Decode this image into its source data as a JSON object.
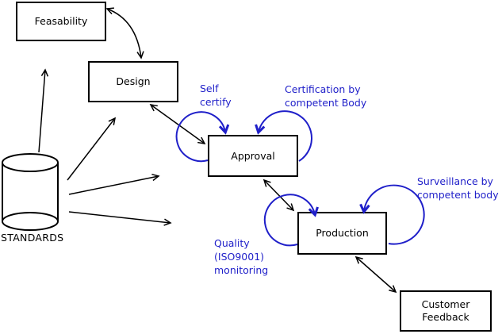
{
  "colors": {
    "annotation_blue": "#1f1fc9",
    "line_black": "#000000"
  },
  "nodes": {
    "feasability": {
      "label": "Feasability"
    },
    "design": {
      "label": "Design"
    },
    "approval": {
      "label": "Approval"
    },
    "production": {
      "label": "Production"
    },
    "customer_feedback": {
      "line1": "Customer",
      "line2": "Feedback"
    }
  },
  "datastore": {
    "label": "STANDARDS"
  },
  "annotations": {
    "self_certify": {
      "line1": "Self",
      "line2": "certify"
    },
    "certification": {
      "line1": "Certification by",
      "line2": "competent Body"
    },
    "surveillance": {
      "line1": "Surveillance by",
      "line2": "competent body"
    },
    "quality": {
      "line1": "Quality",
      "line2": "(ISO9001)",
      "line3": "monitoring"
    }
  }
}
